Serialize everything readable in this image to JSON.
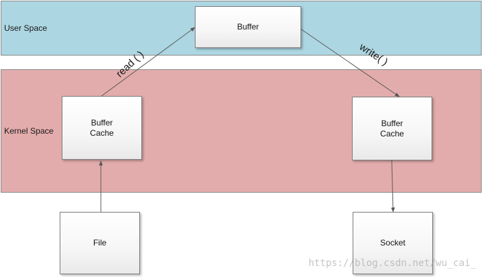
{
  "layers": {
    "user_space": {
      "label": "User Space",
      "color": "#acd6e2"
    },
    "kernel_space": {
      "label": "Kernel Space",
      "color": "#e3acac"
    }
  },
  "nodes": {
    "user_buffer": {
      "label": "Buffer"
    },
    "kernel_read_cache": {
      "line1": "Buffer",
      "line2": "Cache"
    },
    "kernel_write_cache": {
      "line1": "Buffer",
      "line2": "Cache"
    },
    "file": {
      "label": "File"
    },
    "socket": {
      "label": "Socket"
    }
  },
  "edges": {
    "read": {
      "label": "read ( )",
      "from": "kernel_read_cache",
      "to": "user_buffer"
    },
    "write": {
      "label": "write( )",
      "from": "user_buffer",
      "to": "kernel_write_cache"
    },
    "file_to_cache": {
      "from": "file",
      "to": "kernel_read_cache"
    },
    "cache_to_socket": {
      "from": "kernel_write_cache",
      "to": "socket"
    }
  },
  "watermark": {
    "text": "https://blog.csdn.net/wu_cai_"
  }
}
